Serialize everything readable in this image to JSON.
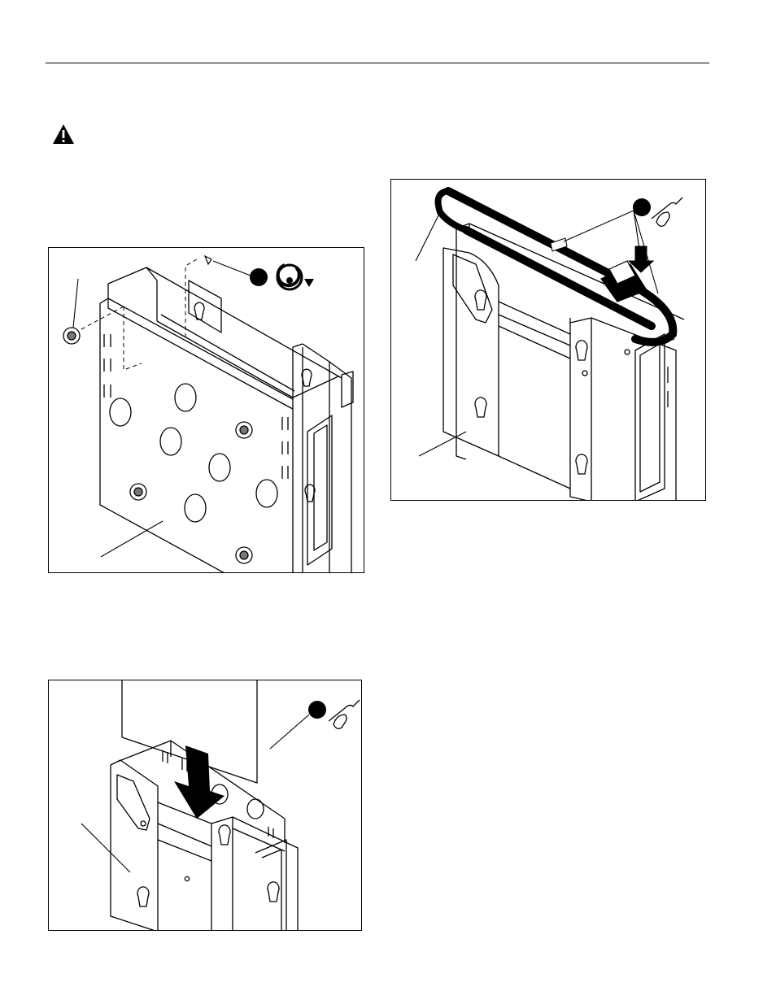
{
  "page": {
    "header_rule": true,
    "warning_icon": "warning-triangle-icon"
  },
  "figures": [
    {
      "id": "fig-a",
      "icons": [
        "callout-dot-icon",
        "screw-rotate-icon"
      ]
    },
    {
      "id": "fig-b",
      "icons": [
        "callout-dot-icon",
        "hand-press-icon"
      ]
    },
    {
      "id": "fig-c",
      "icons": [
        "callout-dot-icon",
        "hand-press-icon"
      ]
    }
  ],
  "colors": {
    "ink": "#000000",
    "paper": "#ffffff",
    "shade": "#cfcfcf"
  }
}
